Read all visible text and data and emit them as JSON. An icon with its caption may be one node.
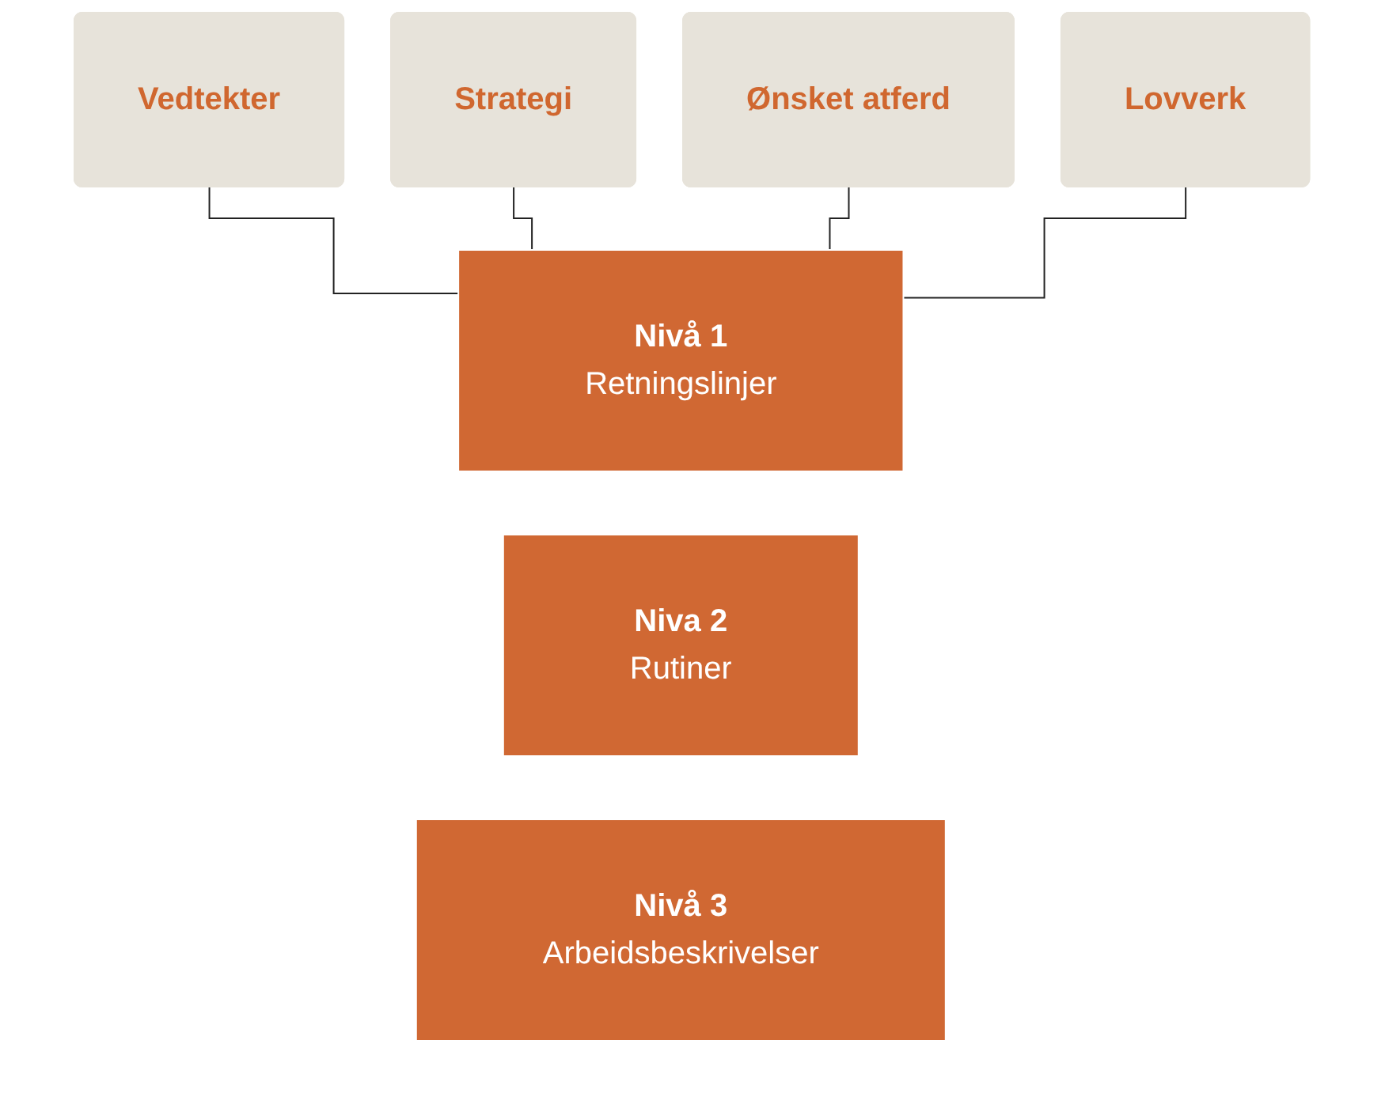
{
  "diagram": {
    "nodes": [
      {
        "text": [
          "Vedtekter"
        ]
      },
      {
        "text": [
          "Strategi"
        ]
      },
      {
        "text": [
          "Ønsket atferd"
        ]
      },
      {
        "text": [
          "Lovverk"
        ]
      },
      {
        "text": [
          "Nivå 1",
          "Retningslinjer"
        ]
      },
      {
        "text": [
          "Niva 2",
          "Rutiner"
        ]
      },
      {
        "text": [
          "Nivå 3",
          "Arbeidsbeskrivelser"
        ]
      }
    ],
    "edges": [
      {
        "from": 0,
        "to": 4,
        "arrow": "none"
      },
      {
        "from": 1,
        "to": 4,
        "arrow": "none"
      },
      {
        "from": 2,
        "to": 4,
        "arrow": "none"
      },
      {
        "from": 3,
        "to": 4,
        "arrow": "none"
      }
    ]
  }
}
